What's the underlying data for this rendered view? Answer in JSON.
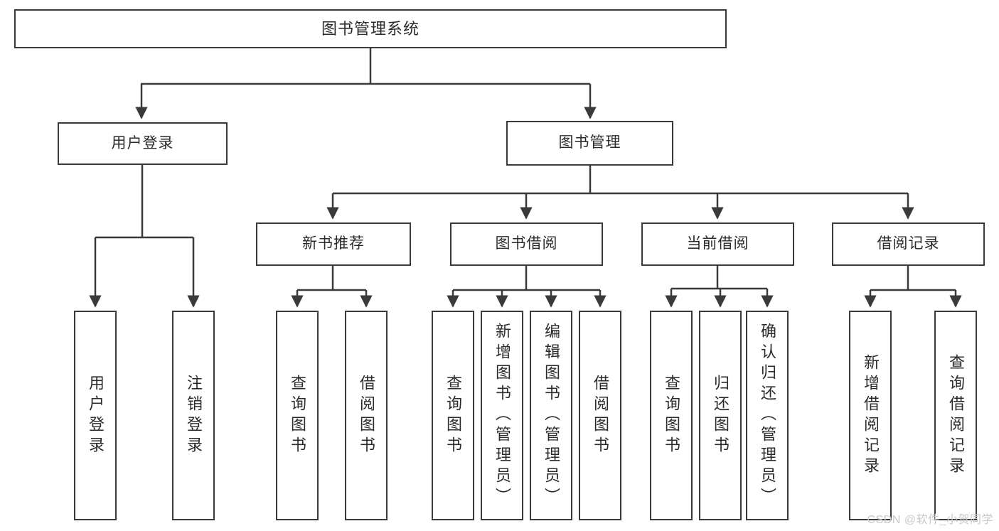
{
  "diagram": {
    "title": "图书管理系统",
    "type": "功能结构图",
    "watermark": "CSDN @软件_小贺同学",
    "colors": {
      "background": "#ffffff",
      "node_border": "#3a3a3a",
      "node_fill": "#ffffff",
      "text": "#2b2b2b",
      "connector": "#3a3a3a",
      "watermark": "#c9c9c9"
    }
  },
  "nodes": {
    "root": {
      "label": "图书管理系统"
    },
    "level2": [
      {
        "id": "user-login",
        "label": "用户登录"
      },
      {
        "id": "book-manage",
        "label": "图书管理"
      }
    ],
    "level3": [
      {
        "id": "new-book-recommend",
        "label": "新书推荐"
      },
      {
        "id": "book-borrow",
        "label": "图书借阅"
      },
      {
        "id": "current-borrow",
        "label": "当前借阅"
      },
      {
        "id": "borrow-record",
        "label": "借阅记录"
      }
    ],
    "leaves": {
      "user_login": [
        {
          "id": "leaf-user-login",
          "label": "用户登录"
        },
        {
          "id": "leaf-logout-login",
          "label": "注销登录"
        }
      ],
      "new_book_recommend": [
        {
          "id": "leaf-query-book-1",
          "label": "查询图书"
        },
        {
          "id": "leaf-borrow-book-1",
          "label": "借阅图书"
        }
      ],
      "book_borrow": [
        {
          "id": "leaf-query-book-2",
          "label": "查询图书"
        },
        {
          "id": "leaf-add-book",
          "label": "新增图书（管理员）"
        },
        {
          "id": "leaf-edit-book",
          "label": "编辑图书（管理员）"
        },
        {
          "id": "leaf-borrow-book-2",
          "label": "借阅图书"
        }
      ],
      "current_borrow": [
        {
          "id": "leaf-query-book-3",
          "label": "查询图书"
        },
        {
          "id": "leaf-return-book",
          "label": "归还图书"
        },
        {
          "id": "leaf-confirm-return",
          "label": "确认归还（管理员）"
        }
      ],
      "borrow_record": [
        {
          "id": "leaf-add-record",
          "label": "新增借阅记录"
        },
        {
          "id": "leaf-query-record",
          "label": "查询借阅记录"
        }
      ]
    }
  }
}
